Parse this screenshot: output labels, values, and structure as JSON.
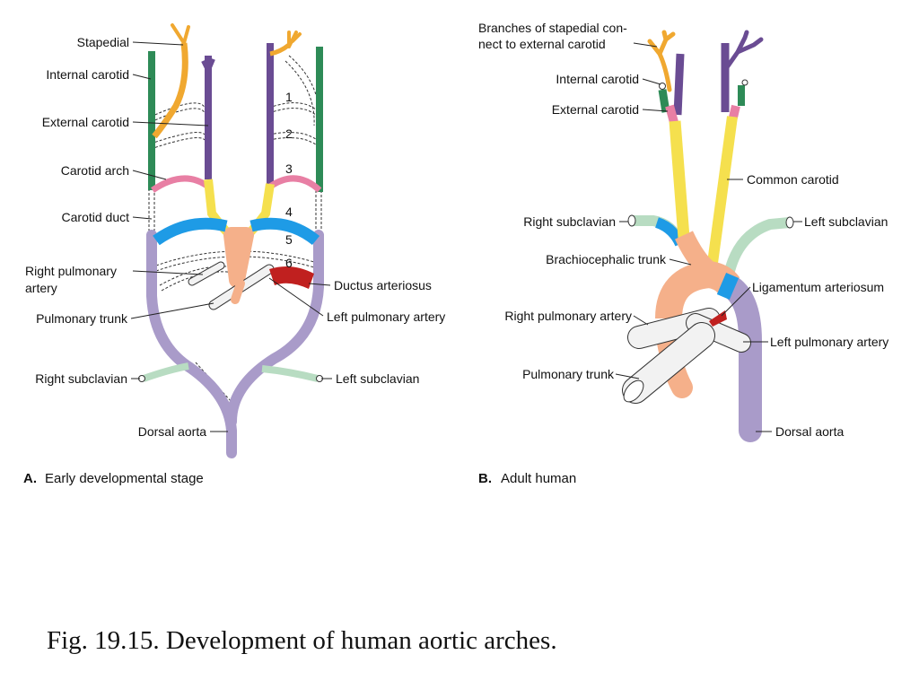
{
  "colors": {
    "internal_carotid": "#2e8b57",
    "external_carotid": "#6a4c93",
    "stapedial": "#f0a830",
    "carotid_arch": "#e87fa4",
    "common_carotid": "#f5e04e",
    "fourth_arch": "#1e9be6",
    "aortic_sac": "#f5b08a",
    "dorsal_aorta": "#a99bc9",
    "subclavian": "#b8dcc2",
    "ductus": "#c0201f",
    "pulmonary": "#f2f2f2"
  },
  "panel_a": {
    "labels": {
      "stapedial": "Stapedial",
      "internal_carotid": "Internal carotid",
      "external_carotid": "External carotid",
      "carotid_arch": "Carotid arch",
      "carotid_duct": "Carotid duct",
      "right_pulmonary_artery_1": "Right pulmonary",
      "right_pulmonary_artery_2": "artery",
      "pulmonary_trunk": "Pulmonary  trunk",
      "right_subclavian": "Right subclavian",
      "dorsal_aorta": "Dorsal aorta",
      "ductus_arteriosus": "Ductus arteriosus",
      "left_pulmonary_artery": "Left pulmonary artery",
      "left_subclavian": "Left subclavian"
    },
    "arch_numbers": [
      "1",
      "2",
      "3",
      "4",
      "5",
      "6"
    ],
    "caption_letter": "A.",
    "caption_text": "Early developmental stage"
  },
  "panel_b": {
    "labels": {
      "branches_1": "Branches of stapedial con-",
      "branches_2": "nect to external carotid",
      "internal_carotid": "Internal carotid",
      "external_carotid": "External carotid",
      "common_carotid": "Common carotid",
      "right_subclavian": "Right subclavian",
      "left_subclavian": "Left subclavian",
      "brachiocephalic_trunk": "Brachiocephalic trunk",
      "ligamentum_arteriosum": "Ligamentum arteriosum",
      "right_pulmonary_artery": "Right pulmonary artery",
      "left_pulmonary_artery": "Left pulmonary artery",
      "pulmonary_trunk": "Pulmonary trunk",
      "dorsal_aorta": "Dorsal aorta"
    },
    "caption_letter": "B.",
    "caption_text": "Adult human"
  },
  "figure_caption": "Fig. 19.15. Development of human aortic arches."
}
